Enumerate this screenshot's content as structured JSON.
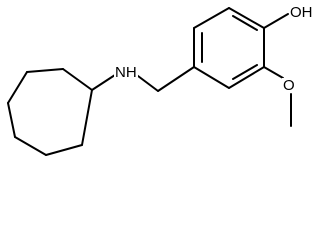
{
  "labels": {
    "amine": "NH",
    "hydroxyl": "OH",
    "methoxy_oxygen": "O"
  }
}
